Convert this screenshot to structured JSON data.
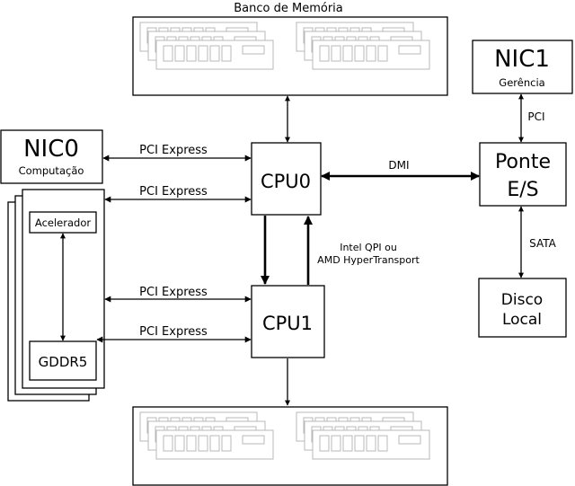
{
  "memory_top": {
    "title": "Banco de Memória"
  },
  "nic0": {
    "name": "NIC0",
    "subtitle": "Computação"
  },
  "nic1": {
    "name": "NIC1",
    "subtitle": "Gerência"
  },
  "cpu0": {
    "name": "CPU0"
  },
  "cpu1": {
    "name": "CPU1"
  },
  "bridge": {
    "line1": "Ponte",
    "line2": "E/S"
  },
  "disk": {
    "line1": "Disco",
    "line2": "Local"
  },
  "accelerator": {
    "label": "Acelerador",
    "memory": "GDDR5"
  },
  "links": {
    "pcie_nic0": "PCI Express",
    "pcie_acc_cpu0": "PCI Express",
    "pcie_acc_cpu1_a": "PCI Express",
    "pcie_acc_cpu1_b": "PCI Express",
    "dmi": "DMI",
    "pci": "PCI",
    "sata": "SATA",
    "interconnect_1": "Intel QPI ou",
    "interconnect_2": "AMD HyperTransport"
  },
  "colors": {
    "stroke": "#000000",
    "memory_module": "#b8b8b8"
  }
}
